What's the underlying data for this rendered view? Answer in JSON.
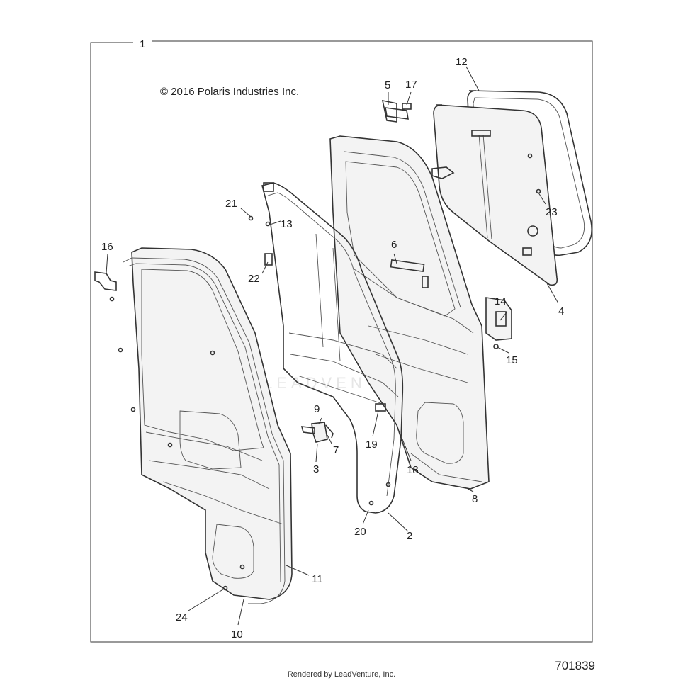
{
  "copyright": "© 2016 Polaris Industries Inc.",
  "diagram_number": "701839",
  "render_credit": "Rendered by LeadVenture, Inc.",
  "watermark": "LEADVENTURE",
  "callouts": {
    "c1": "1",
    "c2": "2",
    "c3": "3",
    "c4": "4",
    "c5": "5",
    "c6": "6",
    "c7": "7",
    "c8": "8",
    "c9": "9",
    "c10": "10",
    "c11": "11",
    "c12": "12",
    "c13": "13",
    "c14": "14",
    "c15": "15",
    "c16": "16",
    "c17": "17",
    "c18": "18",
    "c19": "19",
    "c20": "20",
    "c21": "21",
    "c22": "22",
    "c23": "23",
    "c24": "24"
  }
}
